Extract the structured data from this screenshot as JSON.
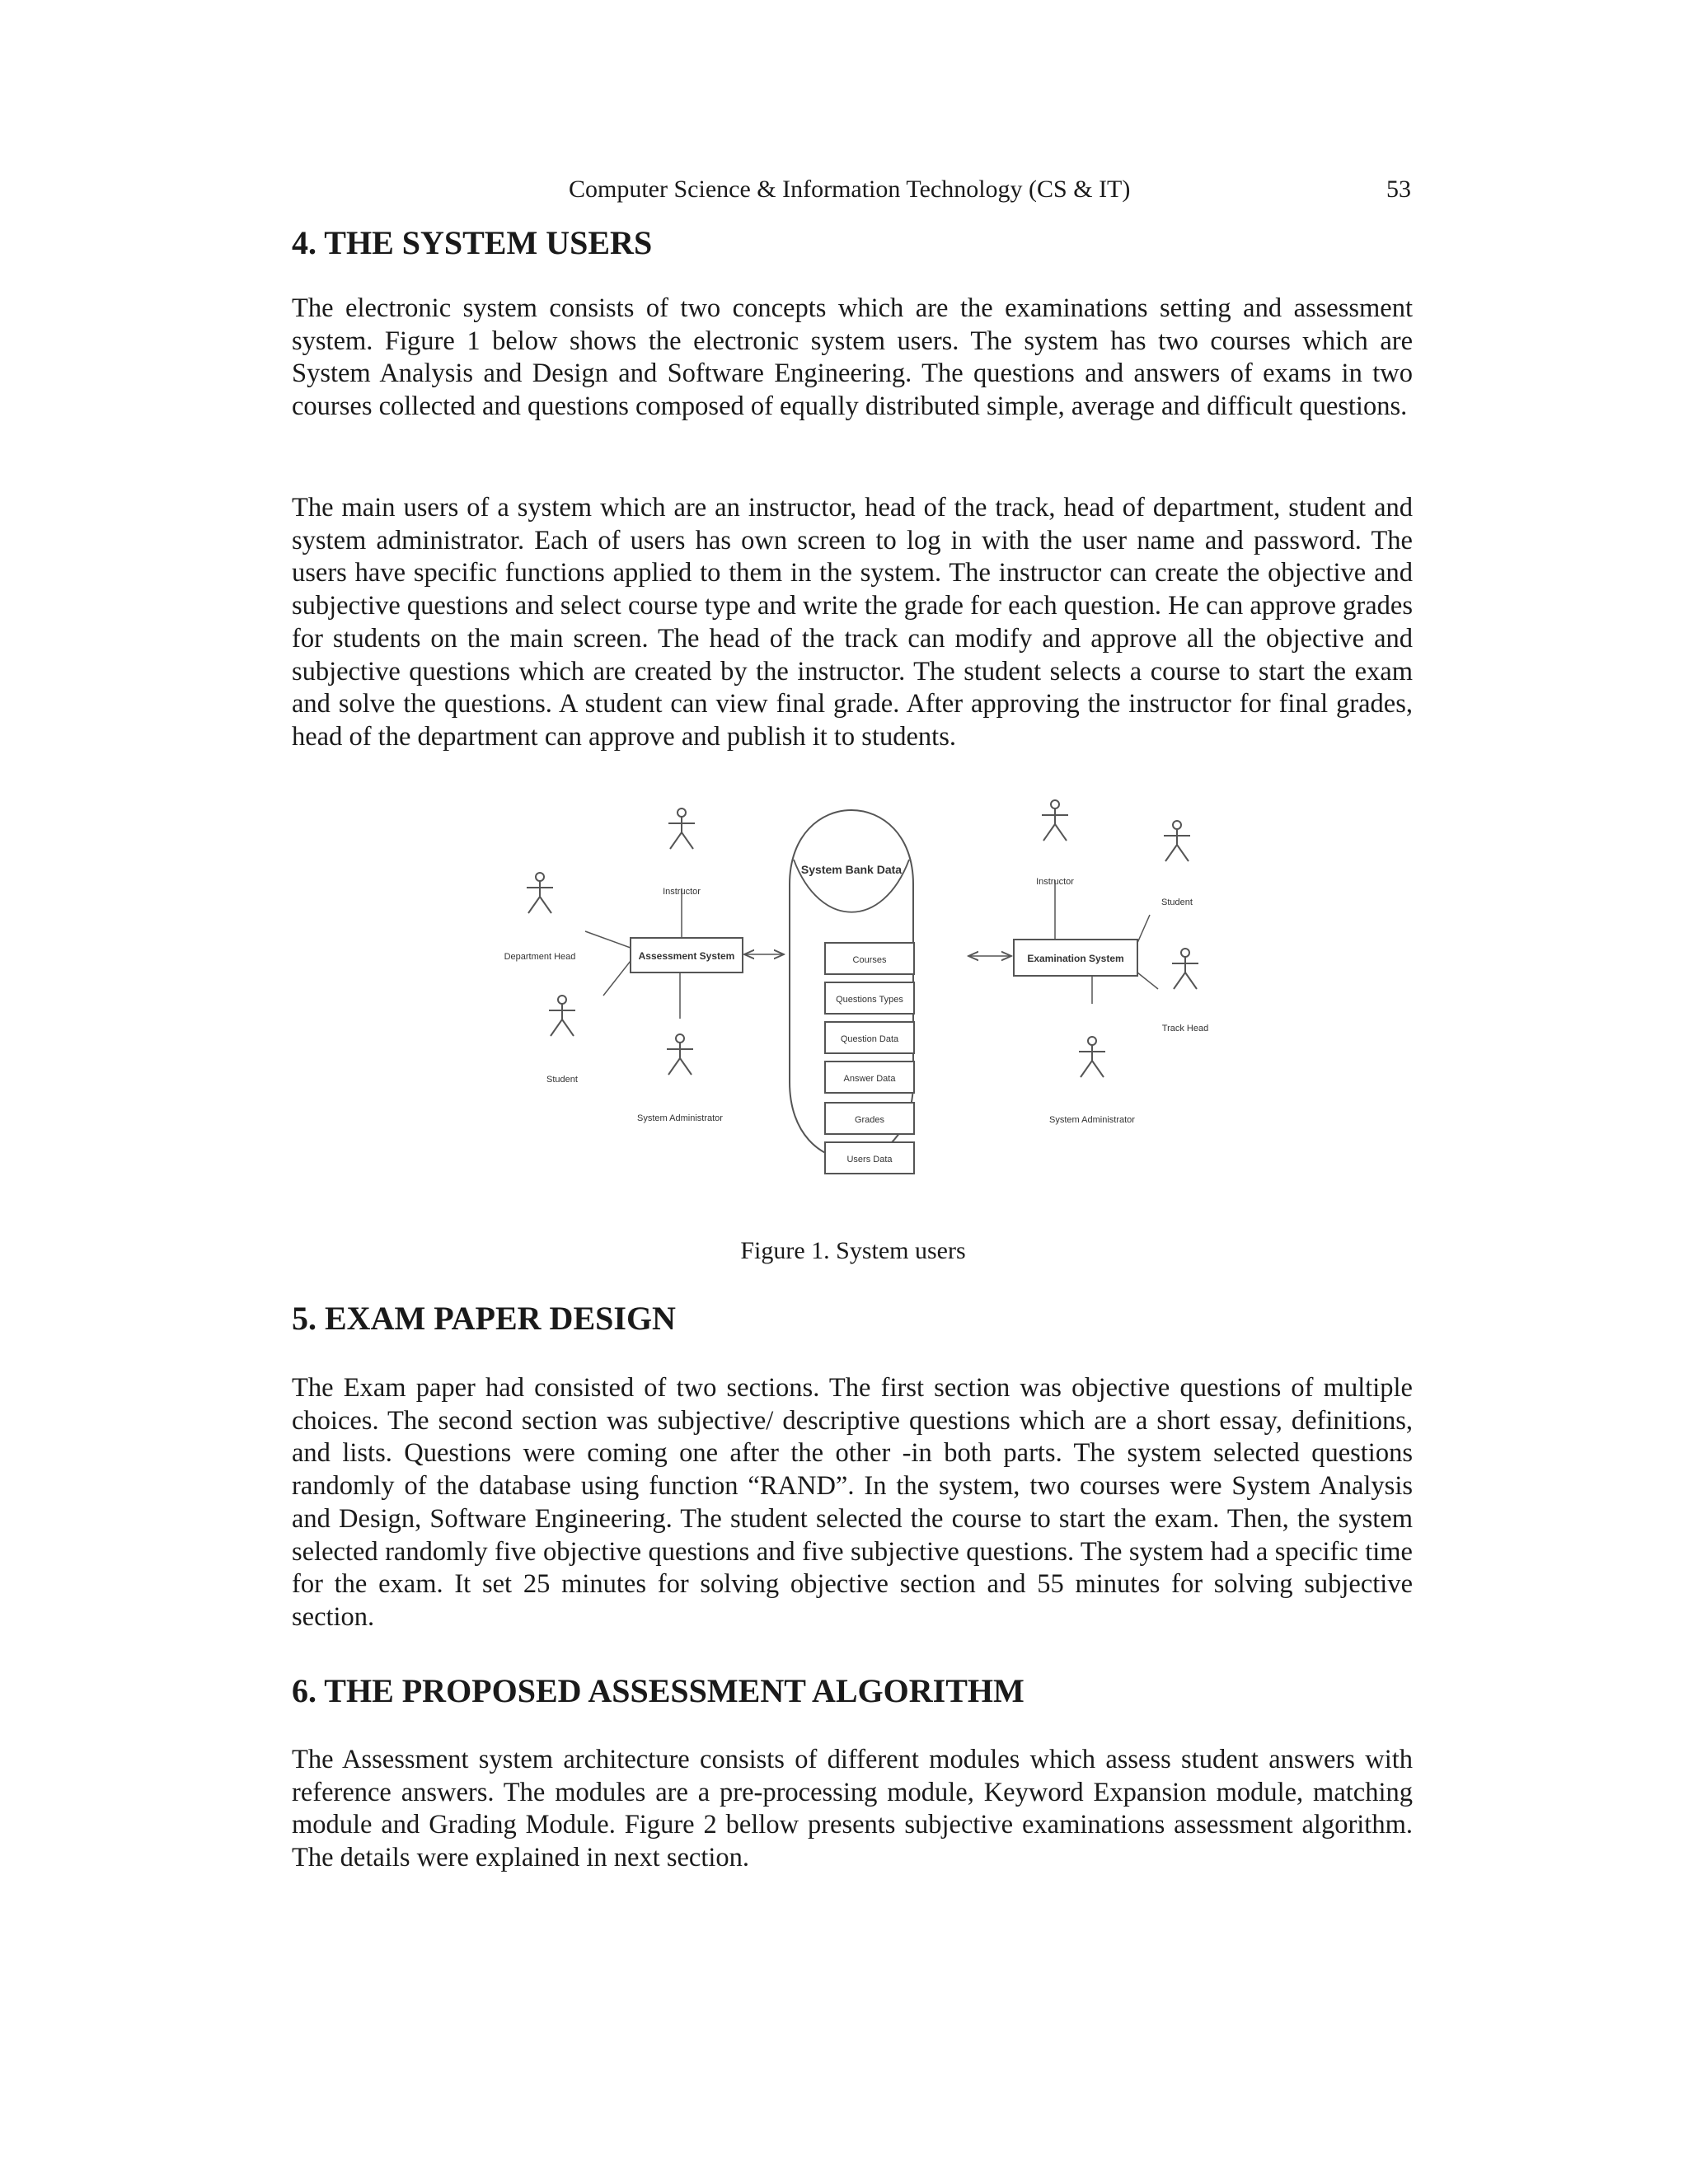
{
  "header": {
    "journal": "Computer Science & Information Technology (CS & IT)",
    "page_number": "53"
  },
  "section4": {
    "heading": "4. THE SYSTEM USERS",
    "paragraphs": [
      "The electronic system consists of two concepts which are the examinations setting and assessment system. Figure 1 below shows the electronic system users. The system has two courses which are System Analysis and Design and Software Engineering. The questions and answers of exams in two courses collected and questions composed of equally distributed simple, average and difficult questions.",
      "The main users of a system which are an instructor, head of the track, head of department, student and system administrator. Each of users has own screen to log in with the user name and password. The users have specific functions applied to them in the system. The instructor can create the objective and subjective questions and select course type and write the grade for each question. He can approve grades for students on the main screen. The head of the track can modify and approve all the objective and subjective questions which are created by the instructor. The student selects a course to start the exam and solve the questions. A student can view final grade. After approving the instructor for final grades, head of the department can approve and publish it to students."
    ]
  },
  "figure1": {
    "bank_title": "System Bank Data",
    "bank_items": [
      "Courses",
      "Questions Types",
      "Question Data",
      "Answer Data",
      "Grades",
      "Users Data"
    ],
    "assessment_system": "Assessment System",
    "examination_system": "Examination System",
    "left_actors": {
      "department_head": "Department Head",
      "instructor": "Instructor",
      "student": "Student",
      "system_administrator": "System Administrator"
    },
    "right_actors": {
      "instructor": "Instructor",
      "student": "Student",
      "track_head": "Track Head",
      "system_administrator": "System Administrator"
    },
    "caption": "Figure 1.  System users"
  },
  "section5": {
    "heading": "5. EXAM PAPER DESIGN",
    "paragraph": "The Exam paper had consisted of two sections. The first section was objective questions of multiple choices. The second section was subjective/ descriptive questions which are a short essay, definitions, and lists. Questions were coming one after the other -in both parts. The system selected questions randomly of the database using function “RAND”. In the system, two courses were System Analysis and Design, Software Engineering. The student selected the course to start the exam. Then, the system selected randomly five objective questions and five subjective questions. The system had a specific time for the exam. It set 25 minutes for solving objective section and 55 minutes for solving subjective section."
  },
  "section6": {
    "heading": "6. THE PROPOSED ASSESSMENT ALGORITHM",
    "paragraph": "The Assessment system architecture consists of different modules which assess student answers with reference answers. The modules are a pre-processing module, Keyword Expansion module, matching module and Grading Module. Figure 2 bellow presents subjective examinations assessment algorithm. The details were explained in next section."
  }
}
